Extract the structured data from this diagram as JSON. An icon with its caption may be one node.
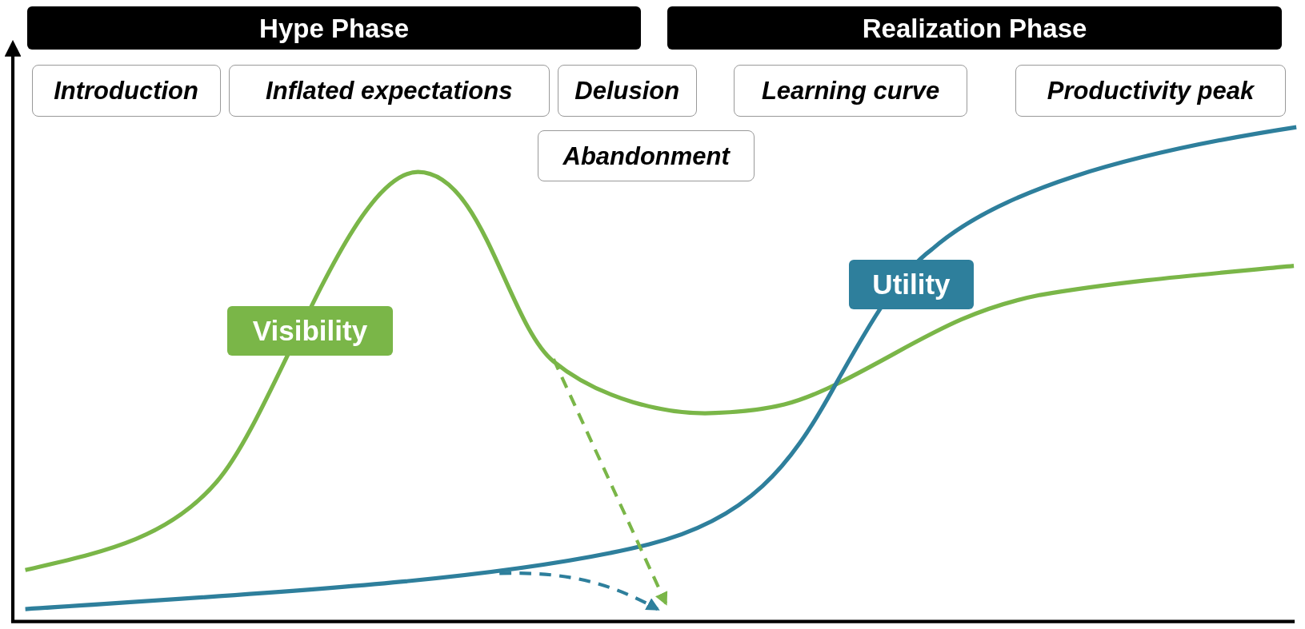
{
  "diagram": {
    "nodes": [
      {
        "text": [
          "Hype Phase"
        ]
      },
      {
        "text": [
          "Realization Phase"
        ]
      },
      {
        "text": [
          "Introduction"
        ]
      },
      {
        "text": [
          "Inflated expectations"
        ]
      },
      {
        "text": [
          "Delusion"
        ]
      },
      {
        "text": [
          "Abandonment"
        ]
      },
      {
        "text": [
          "Learning curve"
        ]
      },
      {
        "text": [
          "Productivity peak"
        ]
      },
      {
        "text": [
          "Visibility"
        ]
      },
      {
        "text": [
          "Utility"
        ]
      }
    ]
  }
}
